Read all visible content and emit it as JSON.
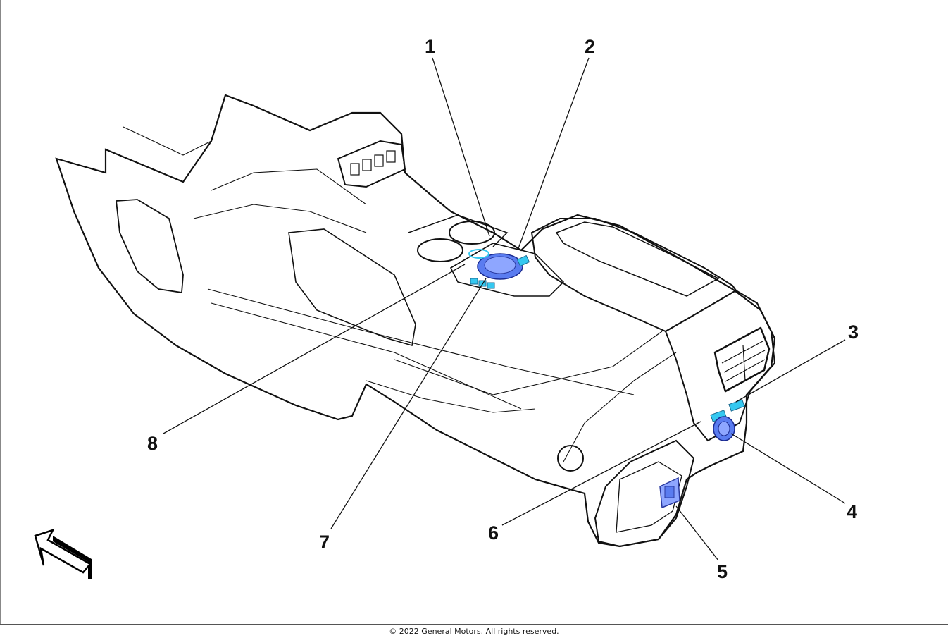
{
  "callouts": [
    {
      "label": "1"
    },
    {
      "label": "2"
    },
    {
      "label": "3"
    },
    {
      "label": "4"
    },
    {
      "label": "5"
    },
    {
      "label": "6"
    },
    {
      "label": "7"
    },
    {
      "label": "8"
    }
  ],
  "footer": {
    "copyright": "© 2022 General Motors.  All rights reserved."
  },
  "colors": {
    "console_body": "#cfcbbb",
    "highlight_blue": "#5a7cf0",
    "highlight_cyan": "#35c8f0",
    "line": "#111111"
  },
  "icons": {
    "direction_arrow": "front-direction-arrow-icon"
  }
}
